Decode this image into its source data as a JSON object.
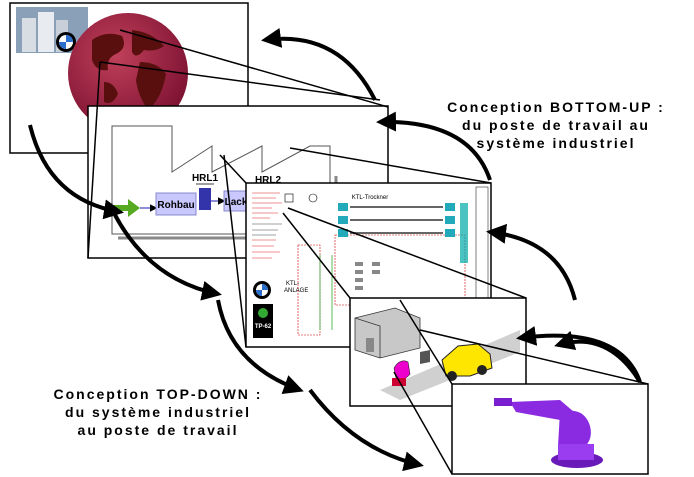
{
  "captions": {
    "bottom_up": [
      "Conception BOTTOM-UP :",
      "du poste de travail au",
      "système industriel"
    ],
    "top_down": [
      "Conception TOP-DOWN :",
      "du système industriel",
      "au poste de travail"
    ]
  },
  "slide2": {
    "hrl1": "HRL1",
    "hrl2": "HRL2",
    "rohbau": "Rohbau",
    "lack": "Lack"
  },
  "slide3": {
    "title": "KTL-Trockner",
    "anlage": "KTL-\nANLAGE",
    "tp": "TP-62"
  },
  "colors": {
    "arrow": "#000000",
    "ocean": "#a01b3d",
    "land": "#5a0f0f",
    "flow_box": "#c8c8ff",
    "robot_purple": "#8a2be2",
    "yellow_car": "#ffe600",
    "green_arrow": "#55aa22"
  }
}
